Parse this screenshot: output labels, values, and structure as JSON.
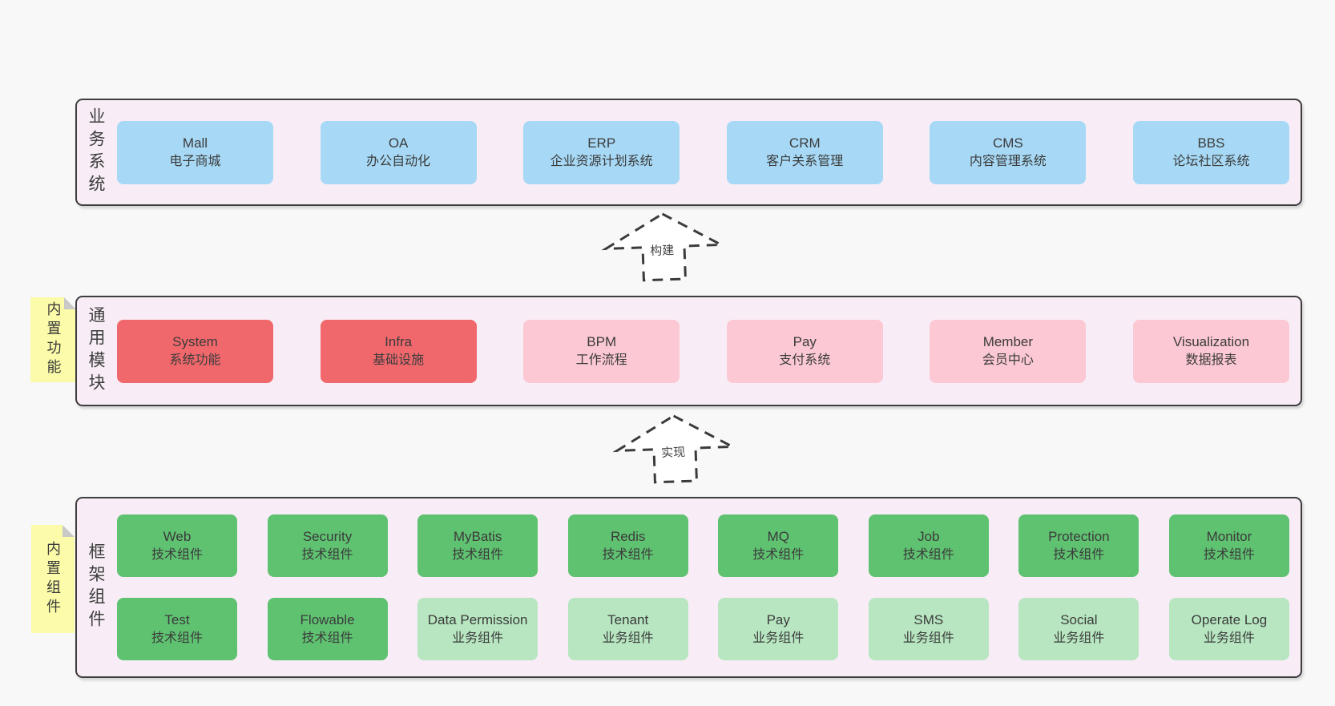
{
  "colors": {
    "background": "#f8f8f8",
    "panel_fill": "#f8edf6",
    "panel_border": "#3e3e3e",
    "blue_box": "#a7d9f6",
    "red_box": "#f1686c",
    "pink_box": "#fbc8d3",
    "green_box": "#5fc271",
    "light_green_box": "#b7e6c1",
    "sticky_yellow": "#fbfba9",
    "fold_gray": "#c9c9c9",
    "text": "#3b3b3b"
  },
  "bands": [
    {
      "label": "业务系统",
      "boxes": [
        {
          "title": "Mall",
          "subtitle": "电子商城"
        },
        {
          "title": "OA",
          "subtitle": "办公自动化"
        },
        {
          "title": "ERP",
          "subtitle": "企业资源计划系统"
        },
        {
          "title": "CRM",
          "subtitle": "客户关系管理"
        },
        {
          "title": "CMS",
          "subtitle": "内容管理系统"
        },
        {
          "title": "BBS",
          "subtitle": "论坛社区系统"
        }
      ]
    },
    {
      "label": "通用模块",
      "sticky": "内置功能",
      "boxes": [
        {
          "title": "System",
          "subtitle": "系统功能"
        },
        {
          "title": "Infra",
          "subtitle": "基础设施"
        },
        {
          "title": "BPM",
          "subtitle": "工作流程"
        },
        {
          "title": "Pay",
          "subtitle": "支付系统"
        },
        {
          "title": "Member",
          "subtitle": "会员中心"
        },
        {
          "title": "Visualization",
          "subtitle": "数据报表"
        }
      ]
    },
    {
      "label": "框架组件",
      "sticky": "内置组件",
      "rows": [
        [
          {
            "title": "Web",
            "subtitle": "技术组件"
          },
          {
            "title": "Security",
            "subtitle": "技术组件"
          },
          {
            "title": "MyBatis",
            "subtitle": "技术组件"
          },
          {
            "title": "Redis",
            "subtitle": "技术组件"
          },
          {
            "title": "MQ",
            "subtitle": "技术组件"
          },
          {
            "title": "Job",
            "subtitle": "技术组件"
          },
          {
            "title": "Protection",
            "subtitle": "技术组件"
          },
          {
            "title": "Monitor",
            "subtitle": "技术组件"
          }
        ],
        [
          {
            "title": "Test",
            "subtitle": "技术组件"
          },
          {
            "title": "Flowable",
            "subtitle": "技术组件"
          },
          {
            "title": "Data Permission",
            "subtitle": "业务组件"
          },
          {
            "title": "Tenant",
            "subtitle": "业务组件"
          },
          {
            "title": "Pay",
            "subtitle": "业务组件"
          },
          {
            "title": "SMS",
            "subtitle": "业务组件"
          },
          {
            "title": "Social",
            "subtitle": "业务组件"
          },
          {
            "title": "Operate Log",
            "subtitle": "业务组件"
          }
        ]
      ]
    }
  ],
  "arrows": [
    {
      "label": "构建"
    },
    {
      "label": "实现"
    }
  ]
}
